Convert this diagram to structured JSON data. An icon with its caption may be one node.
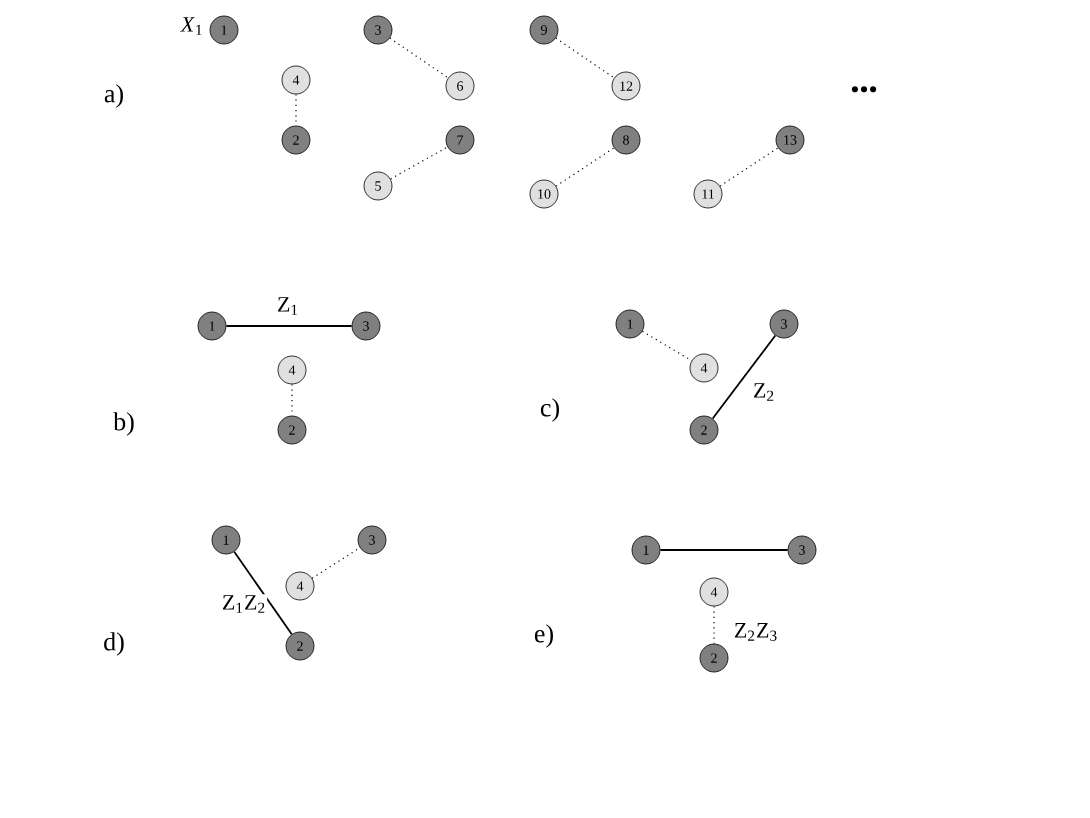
{
  "diagram": {
    "nodes": [
      {
        "text": [
          "1"
        ],
        "beside": [
          "*X*$_{1}$"
        ]
      },
      {
        "text": [
          "4"
        ]
      },
      {
        "text": [
          "2"
        ]
      },
      {
        "text": [
          "3"
        ]
      },
      {
        "text": [
          "6"
        ]
      },
      {
        "text": [
          "7"
        ]
      },
      {
        "text": [
          "5"
        ]
      },
      {
        "text": [
          "9"
        ]
      },
      {
        "text": [
          "12"
        ]
      },
      {
        "text": [
          "8"
        ]
      },
      {
        "text": [
          "10"
        ]
      },
      {
        "text": [
          "13"
        ]
      },
      {
        "text": [
          "11"
        ]
      },
      {
        "text": [
          "1"
        ]
      },
      {
        "text": [
          "3"
        ]
      },
      {
        "text": [
          "4"
        ]
      },
      {
        "text": [
          "2"
        ]
      },
      {
        "text": [
          "1"
        ]
      },
      {
        "text": [
          "3"
        ]
      },
      {
        "text": [
          "4"
        ]
      },
      {
        "text": [
          "2"
        ]
      },
      {
        "text": [
          "1"
        ]
      },
      {
        "text": [
          "3"
        ]
      },
      {
        "text": [
          "4"
        ]
      },
      {
        "text": [
          "2"
        ]
      },
      {
        "text": [
          "1"
        ]
      },
      {
        "text": [
          "3"
        ]
      },
      {
        "text": [
          "4"
        ]
      },
      {
        "text": [
          "2"
        ]
      }
    ],
    "edges": [
      {
        "from": 1,
        "to": 2,
        "arrow": "none",
        "style": "dashed"
      },
      {
        "from": 3,
        "to": 4,
        "arrow": "none",
        "style": "dashed"
      },
      {
        "from": 6,
        "to": 5,
        "arrow": "none",
        "style": "dashed"
      },
      {
        "from": 7,
        "to": 8,
        "arrow": "none",
        "style": "dashed"
      },
      {
        "from": 10,
        "to": 9,
        "arrow": "none",
        "style": "dashed"
      },
      {
        "from": 12,
        "to": 11,
        "arrow": "none",
        "style": "dashed"
      },
      {
        "from": 13,
        "to": 14,
        "arrow": "none",
        "label": "Z$_{1}$"
      },
      {
        "from": 15,
        "to": 16,
        "arrow": "none",
        "style": "dashed"
      },
      {
        "from": 17,
        "to": 19,
        "arrow": "none",
        "style": "dashed"
      },
      {
        "from": 20,
        "to": 18,
        "arrow": "none",
        "label": "Z$_{2}$"
      },
      {
        "from": 21,
        "to": 24,
        "arrow": "none",
        "label": "Z$_{1}$Z$_{2}$"
      },
      {
        "from": 23,
        "to": 22,
        "arrow": "none",
        "style": "dashed"
      },
      {
        "from": 25,
        "to": 26,
        "arrow": "none"
      },
      {
        "from": 27,
        "to": 28,
        "arrow": "none",
        "style": "dashed",
        "label": "Z$_{2}$Z$_{3}$"
      }
    ],
    "labels": [
      "a)",
      "•••",
      "b)",
      "c)",
      "d)",
      "e)"
    ]
  }
}
